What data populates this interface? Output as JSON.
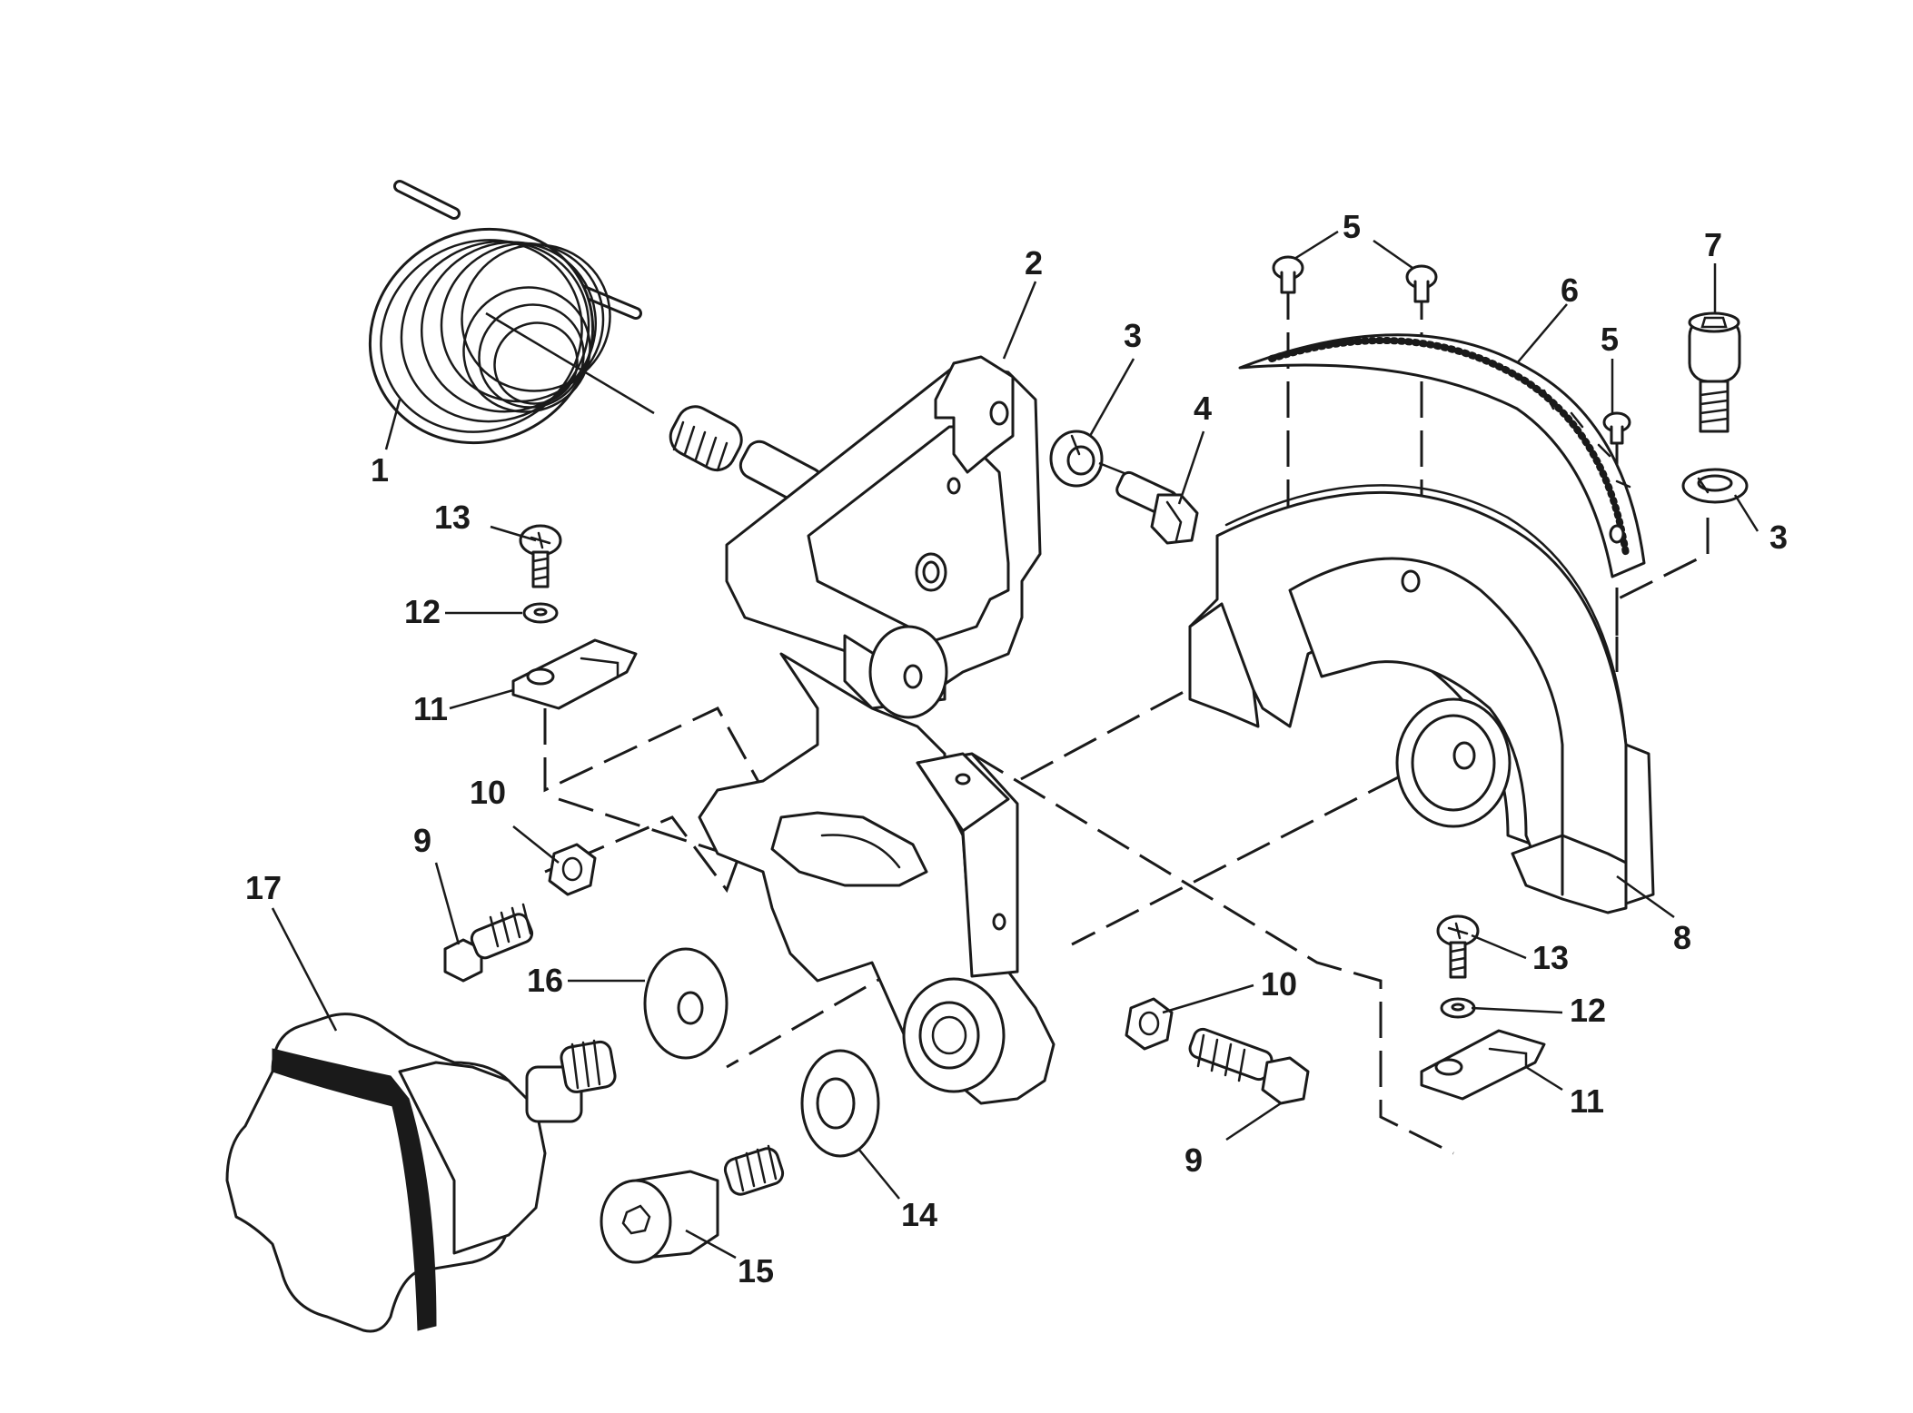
{
  "callouts": {
    "c1": "1",
    "c2": "2",
    "c3a": "3",
    "c3b": "3",
    "c4": "4",
    "c5a": "5",
    "c5b": "5",
    "c6": "6",
    "c7": "7",
    "c8": "8",
    "c9a": "9",
    "c9b": "9",
    "c10a": "10",
    "c10b": "10",
    "c11a": "11",
    "c11b": "11",
    "c12a": "12",
    "c12b": "12",
    "c13a": "13",
    "c13b": "13",
    "c14": "14",
    "c15": "15",
    "c16": "16",
    "c17": "17"
  }
}
